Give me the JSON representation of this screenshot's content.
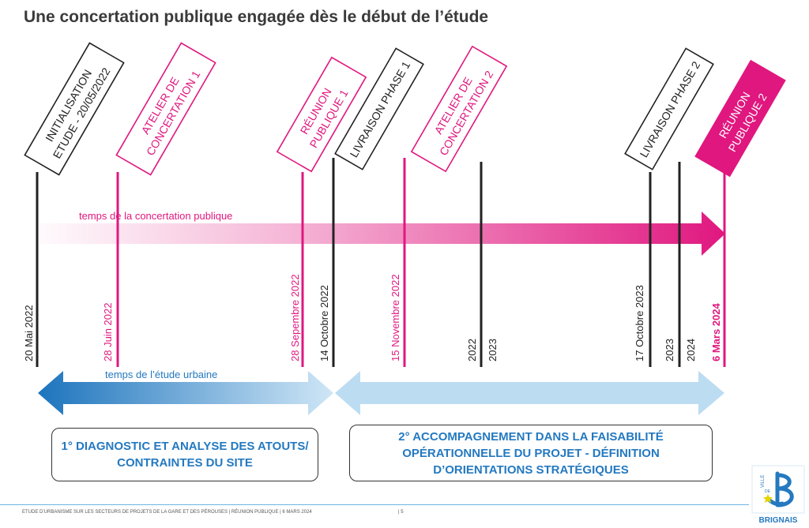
{
  "title": "Une concertation publique engagée dès le début de l’étude",
  "concertation_label": "temps de la concertation publique",
  "etude_label": "temps de l’étude urbaine",
  "milestones": [
    {
      "kind": "black",
      "lines": [
        "INITIALISATION",
        "ETUDE - 20/05/2022"
      ]
    },
    {
      "kind": "pink",
      "lines": [
        "ATELIER DE",
        "CONCERTATION 1"
      ]
    },
    {
      "kind": "pink",
      "lines": [
        "RÉUNION",
        "PUBLIQUE 1"
      ]
    },
    {
      "kind": "black",
      "lines": [
        "LIVRAISON PHASE 1"
      ]
    },
    {
      "kind": "pink",
      "lines": [
        "ATELIER DE",
        "CONCERTATION 2"
      ]
    },
    {
      "kind": "black",
      "lines": [
        "LIVRAISON PHASE 2"
      ]
    },
    {
      "kind": "filled",
      "lines": [
        "RÉUNION",
        "PUBLIQUE 2"
      ]
    }
  ],
  "dates": [
    {
      "text": "20 Mai 2022",
      "color": "#222222",
      "bold": false
    },
    {
      "text": "28 Juin 2022",
      "color": "#e0177f",
      "bold": false
    },
    {
      "text": "28 Sepembre 2022",
      "color": "#e0177f",
      "bold": false
    },
    {
      "text": "14 Octobre 2022",
      "color": "#222222",
      "bold": false
    },
    {
      "text": "15 Novembre 2022",
      "color": "#e0177f",
      "bold": false
    },
    {
      "text": "2022",
      "color": "#222222",
      "bold": false
    },
    {
      "text": "2023",
      "color": "#222222",
      "bold": false
    },
    {
      "text": "17 Octobre 2023",
      "color": "#222222",
      "bold": false
    },
    {
      "text": "2023",
      "color": "#222222",
      "bold": false
    },
    {
      "text": "2024",
      "color": "#222222",
      "bold": false
    },
    {
      "text": "6 Mars 2024",
      "color": "#e0177f",
      "bold": true
    }
  ],
  "phase1_text": "1° DIAGNOSTIC ET ANALYSE DES ATOUTS/ CONTRAINTES DU SITE",
  "phase2_text": "2° ACCOMPAGNEMENT DANS LA FAISABILITÉ OPÉRATIONNELLE DU PROJET - DÉFINITION D’ORIENTATIONS STRATÉGIQUES",
  "footer": "ETUDE D’URBANISME SUR LES SECTEURS DE PROJETS DE LA GARE ET DES PÉROUSES | RÉUNION PUBLIQUE | 6 MARS 2024",
  "page": "| 5",
  "logo": {
    "ville": "VILLE",
    "de": "DE",
    "name": "BRIGNAIS"
  },
  "colors": {
    "pink": "#e0177f",
    "blue": "#2479c0",
    "lightblue": "#bcdcf2",
    "dark": "#222222"
  }
}
